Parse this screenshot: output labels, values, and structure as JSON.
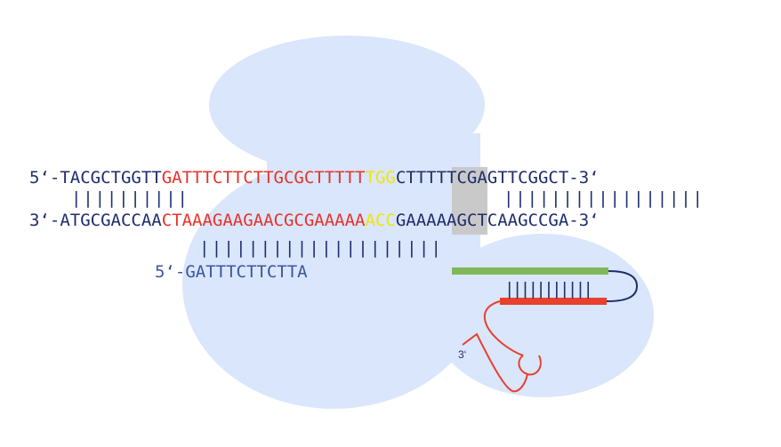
{
  "colors": {
    "dna": "#1f2d6b",
    "target": "#e8322a",
    "pam": "#f2e600",
    "pam_box": "#c9c9c9",
    "guide": "#3b56a0",
    "protein": "#d9e6fb",
    "scaffold_green": "#7fb85b",
    "scaffold_red": "#e8402d"
  },
  "top_strand": {
    "prefix": "5‘-TACGCTGGTT",
    "target": "GATTTCTTCTTGCGCTTTTT",
    "pam": "TGG",
    "suffix": "CTTTTTCGAGTTCGGCT-3‘"
  },
  "top_pairs": {
    "left": "||||||||||",
    "right": "|||||||||||||||||"
  },
  "bottom_strand": {
    "prefix": "3‘-ATGCGACCAA",
    "target": "CTAAAGAAGAACGCGAAAAA",
    "pam": "ACC",
    "suffix": "GAAAAAGCTCAAGCCGA-3‘"
  },
  "guide_pairs": "||||||||||||||||||||",
  "guide": {
    "text": "5‘-GATTTCTTCTTA"
  },
  "scaffold": {
    "pairs": "|||||||||||",
    "end_label": "3‘"
  }
}
